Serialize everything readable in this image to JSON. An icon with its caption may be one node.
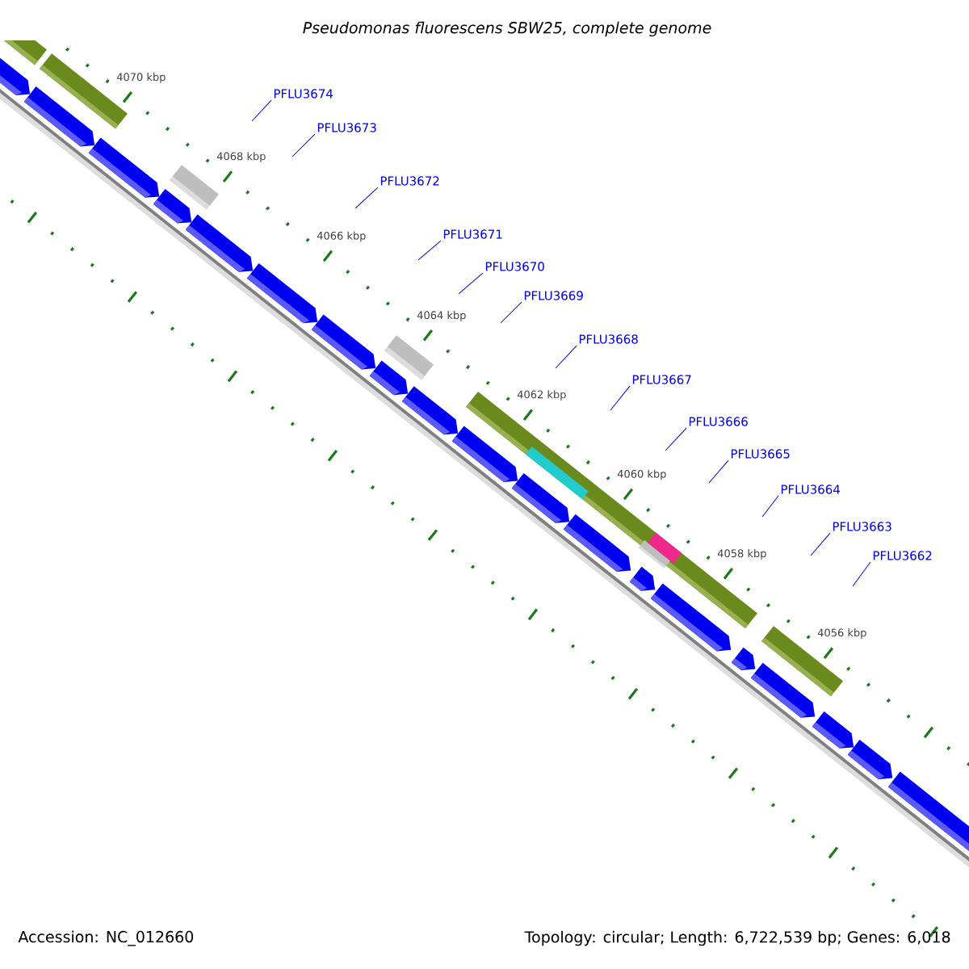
{
  "diagram": {
    "title": "Pseudomonas fluorescens SBW25, complete genome",
    "nodes": [
      {
        "text": [
          "PFLU3674"
        ]
      },
      {
        "text": [
          "PFLU3673"
        ]
      },
      {
        "text": [
          "PFLU3672"
        ]
      },
      {
        "text": [
          "PFLU3671"
        ]
      },
      {
        "text": [
          "PFLU3670"
        ]
      },
      {
        "text": [
          "PFLU3669"
        ]
      },
      {
        "text": [
          "PFLU3668"
        ]
      },
      {
        "text": [
          "PFLU3667"
        ]
      },
      {
        "text": [
          "PFLU3666"
        ]
      },
      {
        "text": [
          "PFLU3665"
        ]
      },
      {
        "text": [
          "PFLU3664"
        ]
      },
      {
        "text": [
          "PFLU3663"
        ]
      },
      {
        "text": [
          "PFLU3662"
        ]
      }
    ],
    "edges": [
      {
        "from": 0,
        "to": null,
        "arrow": "none"
      },
      {
        "from": 1,
        "to": null,
        "arrow": "none"
      },
      {
        "from": 2,
        "to": null,
        "arrow": "none"
      },
      {
        "from": 3,
        "to": null,
        "arrow": "none"
      },
      {
        "from": 4,
        "to": null,
        "arrow": "none"
      },
      {
        "from": 5,
        "to": null,
        "arrow": "none"
      },
      {
        "from": 6,
        "to": null,
        "arrow": "none"
      },
      {
        "from": 7,
        "to": null,
        "arrow": "none"
      },
      {
        "from": 8,
        "to": null,
        "arrow": "none"
      },
      {
        "from": 9,
        "to": null,
        "arrow": "none"
      },
      {
        "from": 10,
        "to": null,
        "arrow": "none"
      },
      {
        "from": 11,
        "to": null,
        "arrow": "none"
      },
      {
        "from": 12,
        "to": null,
        "arrow": "none"
      }
    ],
    "labels": [
      "4070 kbp",
      "4068 kbp",
      "4066 kbp",
      "4064 kbp",
      "4062 kbp",
      "4060 kbp",
      "4058 kbp",
      "4056 kbp",
      "Accession: NC_012660",
      "Topology: circular; Length: 6,722,539 bp; Genes: 6,018"
    ]
  }
}
